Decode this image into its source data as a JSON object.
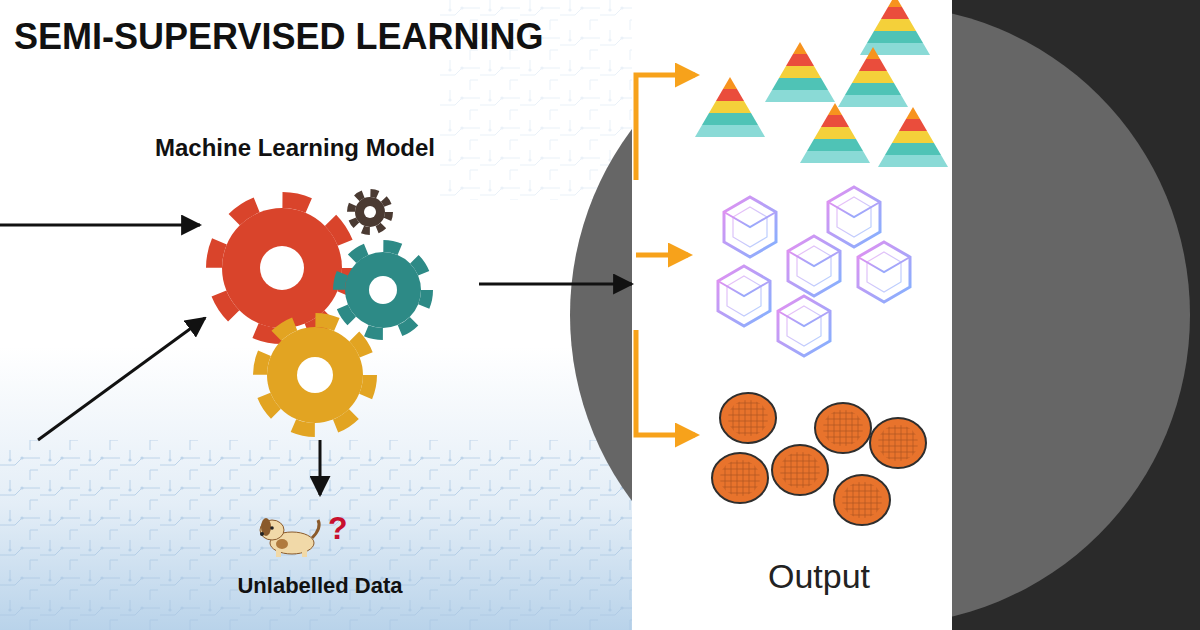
{
  "diagram": {
    "title": "SEMI-SUPERVISED LEARNING",
    "nodes": [
      {
        "text": [
          "Machine Learning Model"
        ]
      },
      {
        "text": [
          "?",
          "Unlabelled Data"
        ]
      },
      {
        "text": [
          "Output"
        ]
      }
    ],
    "edges": [
      {
        "from": 0,
        "to": 2,
        "arrow": "to"
      },
      {
        "from": 0,
        "to": 1,
        "arrow": "to"
      }
    ]
  }
}
